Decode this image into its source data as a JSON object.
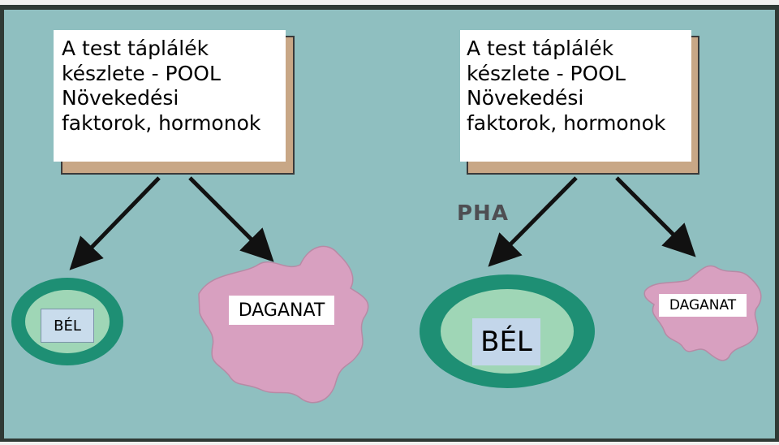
{
  "colors": {
    "panel": "#8fbfc0",
    "frame": "#2f3a35",
    "shadow_box": "#c8a786",
    "ring_outer": "#1e8f74",
    "ring_inner": "#9fd6b6",
    "tumor": "#d8a0c0",
    "arrow": "#111111"
  },
  "left": {
    "pool_lines": [
      "A test táplálék",
      "készlete - POOL",
      "Növekedési",
      "faktorok, hormonok"
    ],
    "bel_label": "BÉL",
    "daganat_label": "DAGANAT"
  },
  "right": {
    "pool_lines": [
      "A test táplálék",
      "készlete - POOL",
      "Növekedési",
      "faktorok, hormonok"
    ],
    "pha_label": "PHA",
    "bel_label": "BÉL",
    "daganat_label": "DAGANAT"
  }
}
